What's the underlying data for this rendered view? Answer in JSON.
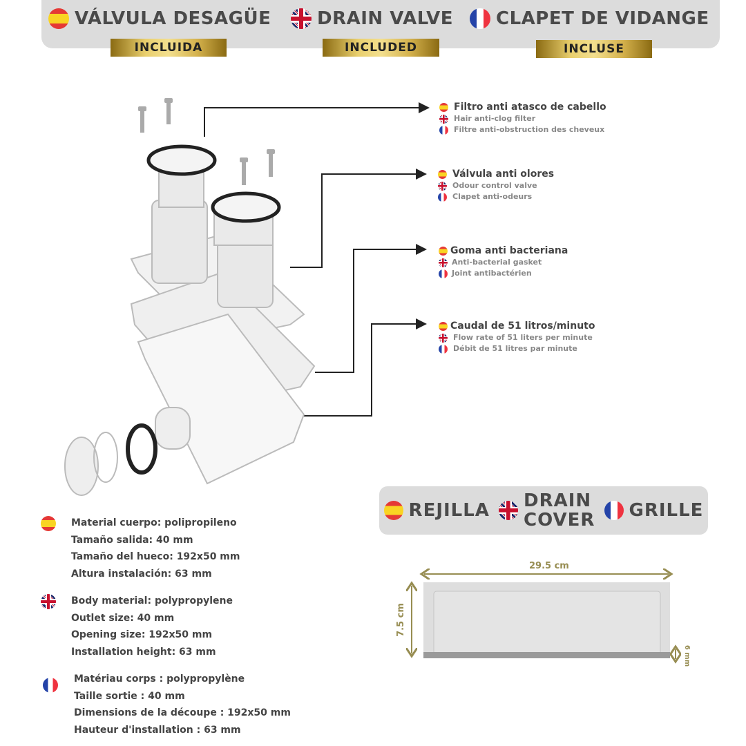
{
  "header": {
    "items": [
      {
        "flag": "es",
        "title": "VÁLVULA DESAGÜE",
        "badge": "INCLUIDA"
      },
      {
        "flag": "uk",
        "title": "DRAIN VALVE",
        "badge": "INCLUDED"
      },
      {
        "flag": "fr",
        "title": "CLAPET DE VIDANGE",
        "badge": "INCLUSE"
      }
    ]
  },
  "callouts": [
    {
      "es": "Filtro anti atasco de cabello",
      "en": "Hair anti-clog filter",
      "fr": "Filtre anti-obstruction des cheveux"
    },
    {
      "es": "Válvula anti olores",
      "en": "Odour control valve",
      "fr": "Clapet anti-odeurs"
    },
    {
      "es": "Goma anti bacteriana",
      "en": "Anti-bacterial gasket",
      "fr": "Joint antibactérien"
    },
    {
      "es": "Caudal de 51 litros/minuto",
      "en": "Flow rate of 51 liters per minute",
      "fr": "Débit de 51 litres par minute"
    }
  ],
  "specs": {
    "es": [
      "Material cuerpo: polipropileno",
      "Tamaño salida: 40 mm",
      "Tamaño del hueco: 192x50 mm",
      "Altura instalación: 63 mm"
    ],
    "en": [
      "Body material: polypropylene",
      "Outlet size: 40 mm",
      "Opening size: 192x50 mm",
      "Installation height: 63 mm"
    ],
    "fr": [
      "Matériau corps : polypropylène",
      "Taille sortie : 40 mm",
      "Dimensions de la découpe : 192x50 mm",
      "Hauteur d'installation : 63 mm"
    ]
  },
  "cover": {
    "es": "REJILLA",
    "en_1": "DRAIN",
    "en_2": "COVER",
    "fr": "GRILLE",
    "width": "29.5 cm",
    "height": "7.5 cm",
    "thickness": "6 mm"
  },
  "colors": {
    "banner": "#dcdcdc",
    "gold": "#e9cf6d",
    "dimension": "#978d52"
  }
}
